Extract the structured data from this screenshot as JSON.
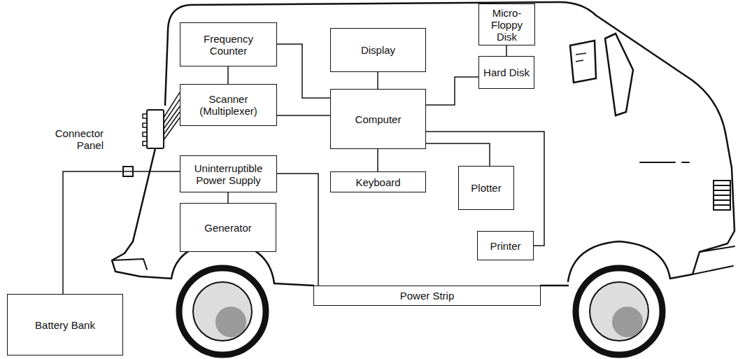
{
  "diagram": {
    "nodes": [
      {
        "text": [
          "Frequency Counter"
        ]
      },
      {
        "text": [
          "Display"
        ]
      },
      {
        "text": [
          "Micro-Floppy Disk"
        ]
      },
      {
        "text": [
          "Scanner (Multiplexer)"
        ]
      },
      {
        "text": [
          "Computer"
        ]
      },
      {
        "text": [
          "Hard Disk"
        ]
      },
      {
        "text": [
          "Uninterruptible Power Supply"
        ]
      },
      {
        "text": [
          "Keyboard"
        ]
      },
      {
        "text": [
          "Plotter"
        ]
      },
      {
        "text": [
          "Generator"
        ]
      },
      {
        "text": [
          "Printer"
        ]
      },
      {
        "text": [
          "Power Strip"
        ]
      },
      {
        "text": [
          "Battery Bank"
        ]
      }
    ],
    "edges": [
      {
        "from": 0,
        "to": 3,
        "arrow": "none"
      },
      {
        "from": 0,
        "to": 4,
        "arrow": "none"
      },
      {
        "from": 3,
        "to": 4,
        "arrow": "none"
      },
      {
        "from": 1,
        "to": 4,
        "arrow": "none"
      },
      {
        "from": 4,
        "to": 5,
        "arrow": "none"
      },
      {
        "from": 2,
        "to": 5,
        "arrow": "none"
      },
      {
        "from": 4,
        "to": 7,
        "arrow": "none"
      },
      {
        "from": 4,
        "to": 8,
        "arrow": "none"
      },
      {
        "from": 4,
        "to": 10,
        "arrow": "none"
      },
      {
        "from": 6,
        "to": 9,
        "arrow": "none"
      },
      {
        "from": 6,
        "to": 11,
        "arrow": "none"
      },
      {
        "from": 12,
        "to": 6,
        "arrow": "none"
      }
    ],
    "labels": [
      "Connector Panel"
    ]
  }
}
